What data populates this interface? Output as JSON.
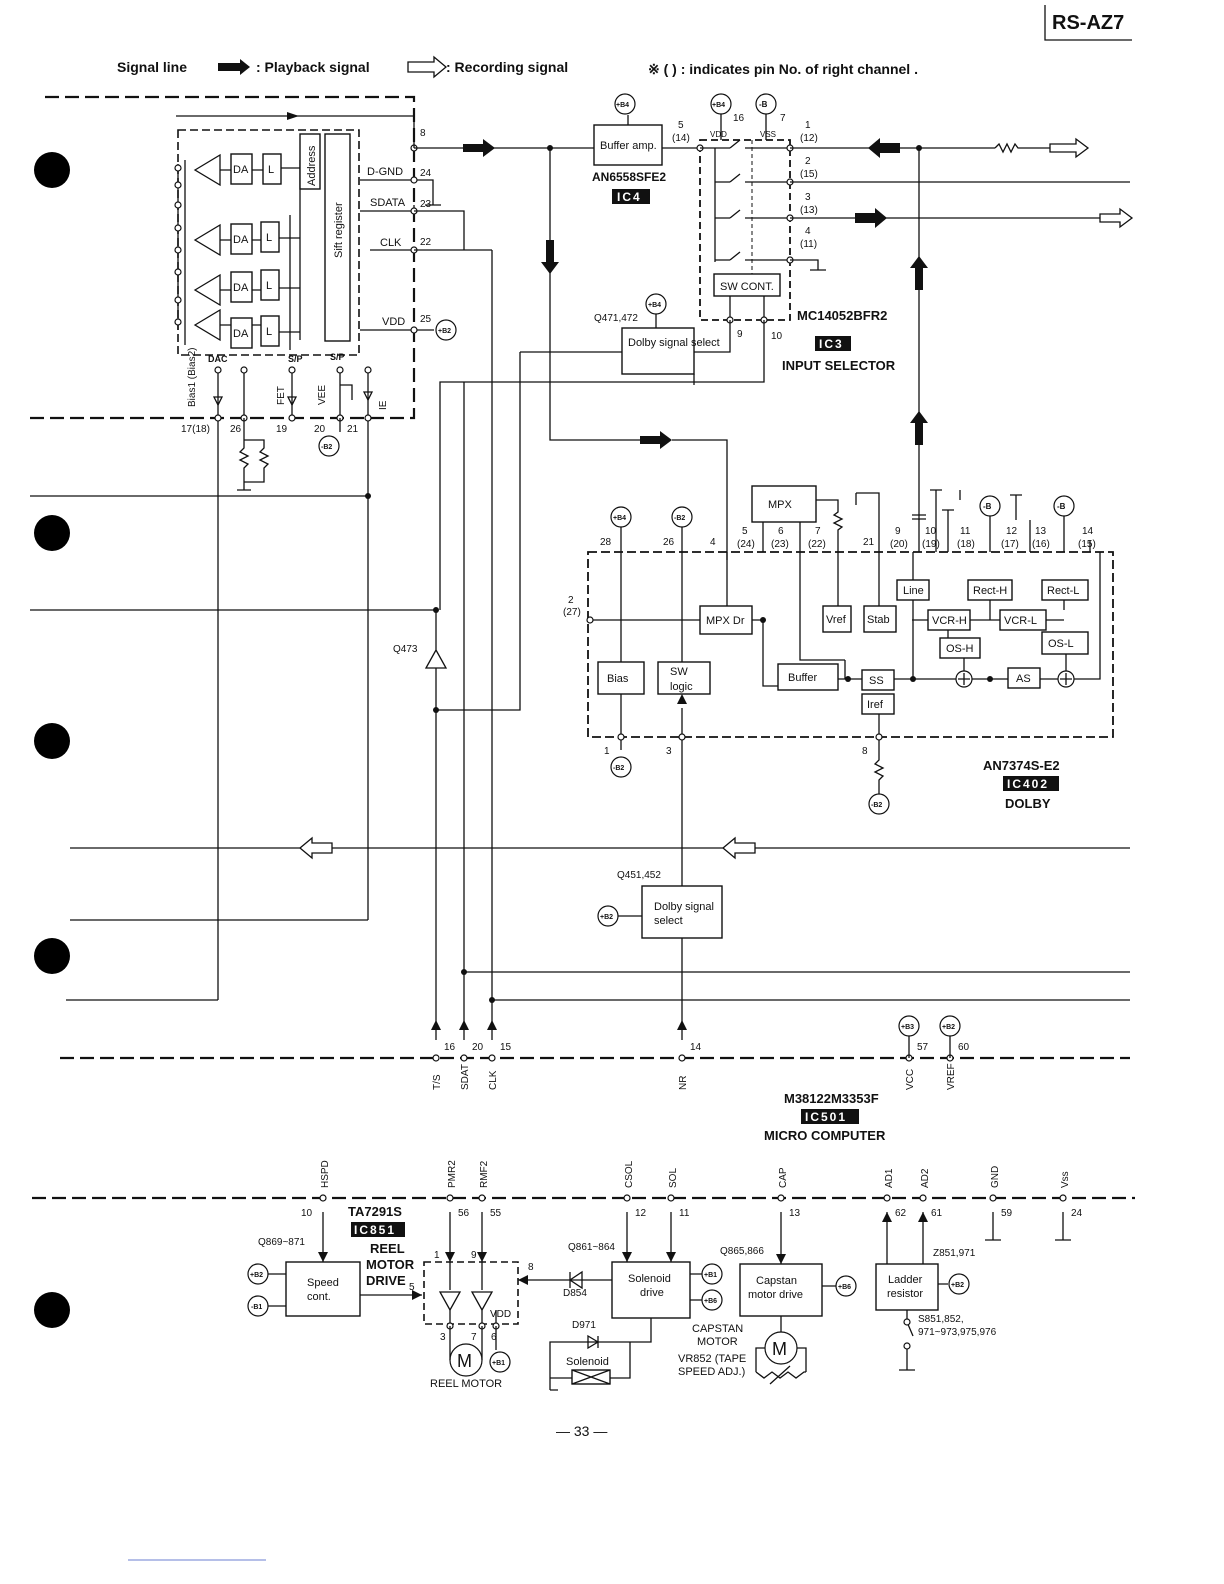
{
  "model": "RS-AZ7",
  "legend": {
    "signal_line": "Signal line",
    "playback": ": Playback signal",
    "recording": ": Recording signal",
    "note": "※ (   ) : indicates pin No. of right channel ."
  },
  "dac_block": {
    "da": "DA",
    "l": "L",
    "address": "Address",
    "shift_register": "Sift register",
    "dac": "DAC",
    "sp": "S/P",
    "pins": {
      "dgnd": "D-GND",
      "sdata": "SDATA",
      "clk": "CLK",
      "vdd": "VDD"
    },
    "pin_nums": {
      "in": "8",
      "dgnd": "24",
      "sdata": "23",
      "clk": "22",
      "vdd": "25"
    },
    "bottom_pins": {
      "bias": "Bias1 (Bias2)",
      "fet": "FET",
      "vee": "VEE",
      "ie": "IE"
    },
    "bottom_nums": {
      "bias": "17(18)",
      "a": "26",
      "fet": "19",
      "vee": "20",
      "ie": "21"
    }
  },
  "supplies": {
    "b4": "+B4",
    "b2": "+B2",
    "mb2": "-B2",
    "mb": "-B",
    "b3": "+B3",
    "b1": "+B1",
    "mb1": "-B1",
    "b6": "+B6"
  },
  "ic4": {
    "block": "Buffer amp.",
    "part": "AN6558SFE2",
    "ref": "IC4",
    "pin_a": "5",
    "pin_b": "(14)"
  },
  "ic3": {
    "part": "MC14052BFR2",
    "ref": "IC3",
    "name": "INPUT SELECTOR",
    "sw": "SW CONT.",
    "vdd": "VDD",
    "vss": "VSS",
    "pins": [
      "16",
      "7",
      "1",
      "(12)",
      "2",
      "(15)",
      "3",
      "(13)",
      "4",
      "(11)",
      "9",
      "10"
    ]
  },
  "q471": {
    "ref": "Q471,472",
    "block": "Dolby signal select"
  },
  "ic402": {
    "part": "AN7374S-E2",
    "ref": "IC402",
    "name": "DOLBY",
    "blocks": {
      "mpx": "MPX",
      "mpxdr": "MPX Dr",
      "vref": "Vref",
      "stab": "Stab",
      "line": "Line",
      "recth": "Rect-H",
      "rectl": "Rect-L",
      "vcrh": "VCR-H",
      "vcrl": "VCR-L",
      "osh": "OS-H",
      "osl": "OS-L",
      "bias": "Bias",
      "sw": "SW logic",
      "buffer": "Buffer",
      "ss": "SS",
      "iref": "Iref",
      "as": "AS"
    },
    "pins": {
      "p28": "28",
      "p26": "26",
      "p4": "4",
      "p5": "5",
      "p5r": "(24)",
      "p6": "6",
      "p6r": "(23)",
      "p7": "7",
      "p7r": "(22)",
      "p21": "21",
      "p9": "9",
      "p9r": "(20)",
      "p10": "10",
      "p10r": "(19)",
      "p11": "11",
      "p11r": "(18)",
      "p12": "12",
      "p12r": "(17)",
      "p13": "13",
      "p13r": "(16)",
      "p14": "14",
      "p14r": "(15)",
      "p2": "2",
      "p2r": "(27)",
      "p1": "1",
      "p3": "3",
      "p8": "8"
    }
  },
  "q473": "Q473",
  "q451": {
    "ref": "Q451,452",
    "block": "Dolby signal select"
  },
  "ic501": {
    "part": "M38122M3353F",
    "ref": "IC501",
    "name": "MICRO COMPUTER",
    "pins_top": [
      {
        "num": "16",
        "label": "T/S"
      },
      {
        "num": "20",
        "label": "SDAT"
      },
      {
        "num": "15",
        "label": "CLK"
      },
      {
        "num": "14",
        "label": "NR"
      },
      {
        "num": "57",
        "label": "VCC"
      },
      {
        "num": "60",
        "label": "VREF"
      }
    ],
    "pins_bottom": [
      {
        "num": "10",
        "label": "HSPD"
      },
      {
        "num": "56",
        "label": "PMR2"
      },
      {
        "num": "55",
        "label": "RMF2"
      },
      {
        "num": "12",
        "label": "CSOL"
      },
      {
        "num": "11",
        "label": "SOL"
      },
      {
        "num": "13",
        "label": "CAP"
      },
      {
        "num": "62",
        "label": "AD1"
      },
      {
        "num": "61",
        "label": "AD2"
      },
      {
        "num": "59",
        "label": "GND"
      },
      {
        "num": "24",
        "label": "Vss"
      }
    ]
  },
  "ic851": {
    "part": "TA7291S",
    "ref": "IC851",
    "name1": "REEL",
    "name2": "MOTOR",
    "name3": "DRIVE",
    "pins": [
      "5",
      "1",
      "9",
      "8",
      "3",
      "7",
      "6"
    ],
    "vdd": "VDD"
  },
  "speed": {
    "ref": "Q869~871",
    "block": "Speed cont."
  },
  "reel_motor": "REEL MOTOR",
  "solenoid_drive": {
    "ref": "Q861~864",
    "block": "Solenoid drive",
    "d854": "D854",
    "d971": "D971",
    "sol": "Solenoid"
  },
  "capstan": {
    "ref": "Q865,866",
    "block": "Capstan motor drive",
    "motor": "CAPSTAN MOTOR",
    "vr": "VR852 (TAPE SPEED ADJ.)"
  },
  "ladder": {
    "ref": "Z851,971",
    "block": "Ladder resistor",
    "sw": "S851,852, 971~973,975,976"
  },
  "motor_m": "M",
  "page_number": "— 33 —"
}
